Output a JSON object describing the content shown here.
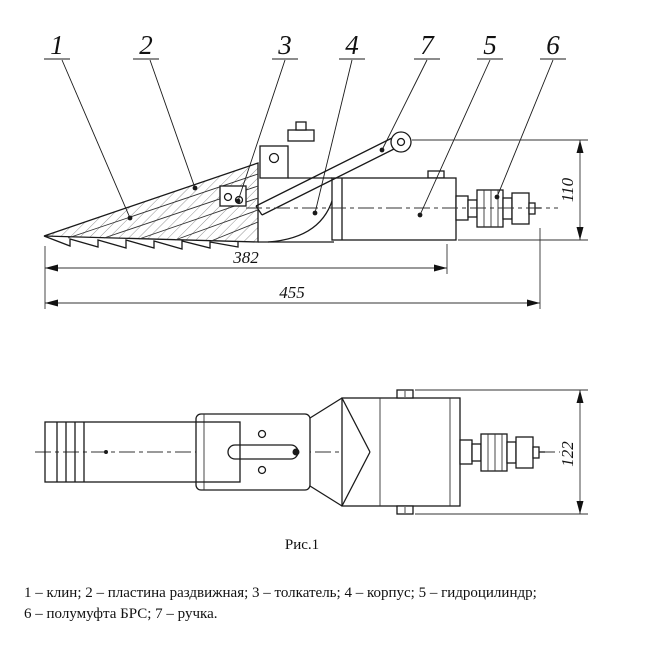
{
  "figure": {
    "caption": "Рис.1",
    "callouts": [
      "1",
      "2",
      "3",
      "4",
      "7",
      "5",
      "6"
    ],
    "dimensions": {
      "d382": "382",
      "d455": "455",
      "d110": "110",
      "d122": "122"
    },
    "legend": {
      "line1": "1 – клин; 2 – пластина раздвижная; 3 – толкатель; 4 – корпус; 5 – гидроцилиндр;",
      "line2": "6 – полумуфта БРС; 7 – ручка."
    },
    "colors": {
      "ink": "#1a1a1a",
      "background": "#ffffff"
    }
  }
}
